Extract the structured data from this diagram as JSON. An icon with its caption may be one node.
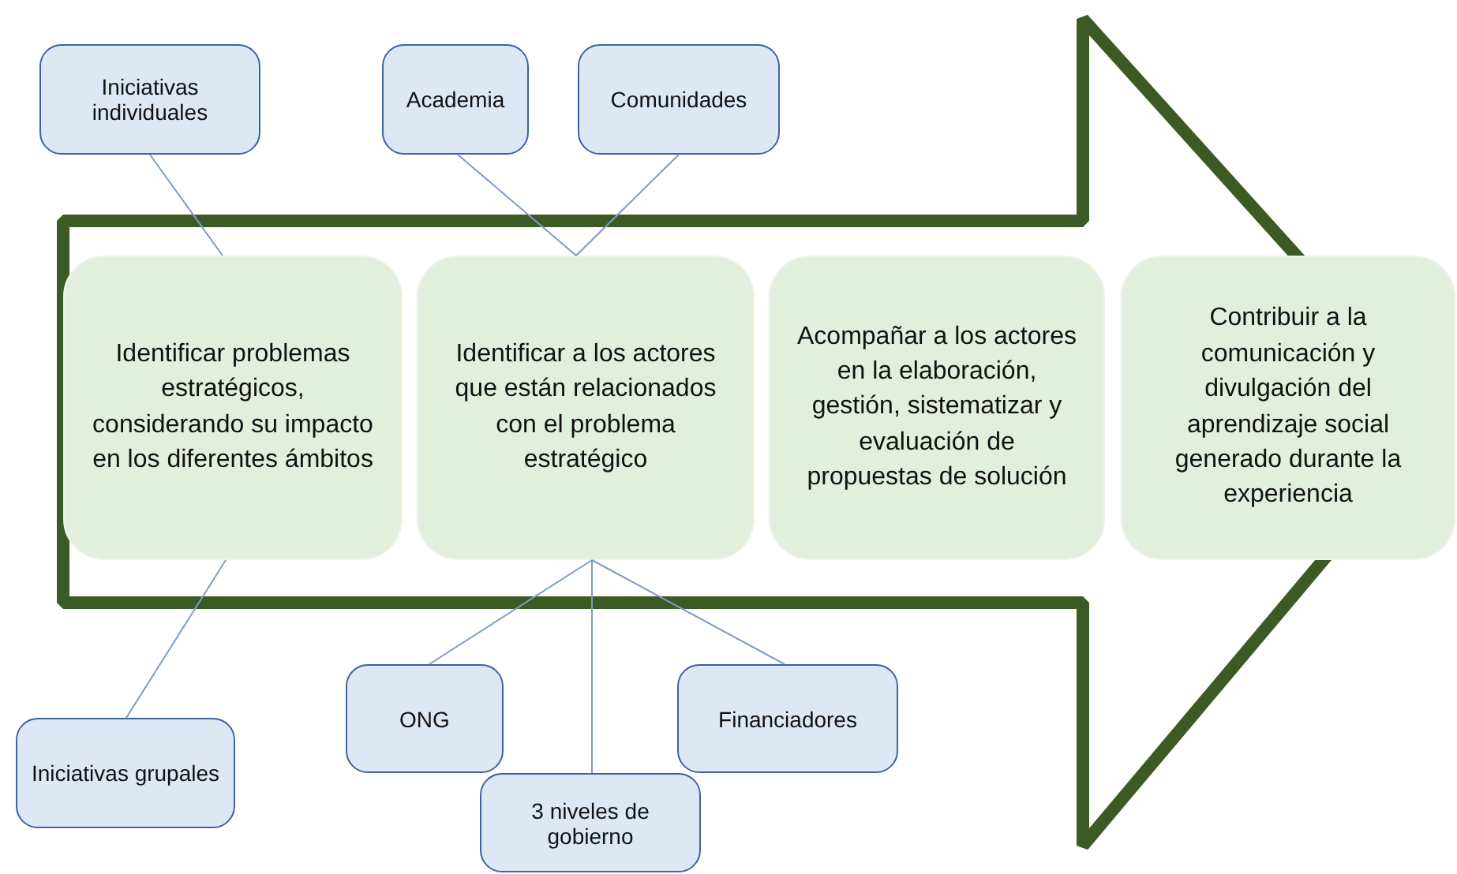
{
  "diagram": {
    "nodes": [
      {
        "text": [],
        "shape": "arrow"
      },
      {
        "text": [
          "Iniciativas individuales"
        ]
      },
      {
        "text": [
          "Academia"
        ]
      },
      {
        "text": [
          "Comunidades"
        ]
      },
      {
        "text": [
          "Identificar problemas estratégicos, considerando su impacto en los diferentes ámbitos"
        ],
        "in": 0
      },
      {
        "text": [
          "Identificar a los actores que están relacionados con el problema estratégico"
        ],
        "in": 0
      },
      {
        "text": [
          "Acompañar a los actores en la elaboración, gestión, sistematizar y evaluación de propuestas de solución"
        ],
        "in": 0
      },
      {
        "text": [
          "Contribuir  a la comunicación y divulgación del aprendizaje social generado durante la experiencia"
        ],
        "in": 0
      },
      {
        "text": [
          "Iniciativas grupales"
        ]
      },
      {
        "text": [
          "ONG"
        ]
      },
      {
        "text": [
          "Financiadores"
        ]
      },
      {
        "text": [
          "3 niveles de gobierno"
        ]
      }
    ],
    "edges": [
      {
        "from": 1,
        "to": 4,
        "arrow": "none"
      },
      {
        "from": 2,
        "to": 5,
        "arrow": "none"
      },
      {
        "from": 3,
        "to": 5,
        "arrow": "none"
      },
      {
        "from": 8,
        "to": 4,
        "arrow": "none"
      },
      {
        "from": 9,
        "to": 5,
        "arrow": "none"
      },
      {
        "from": 10,
        "to": 5,
        "arrow": "none"
      },
      {
        "from": 11,
        "to": 5,
        "arrow": "none"
      }
    ]
  }
}
